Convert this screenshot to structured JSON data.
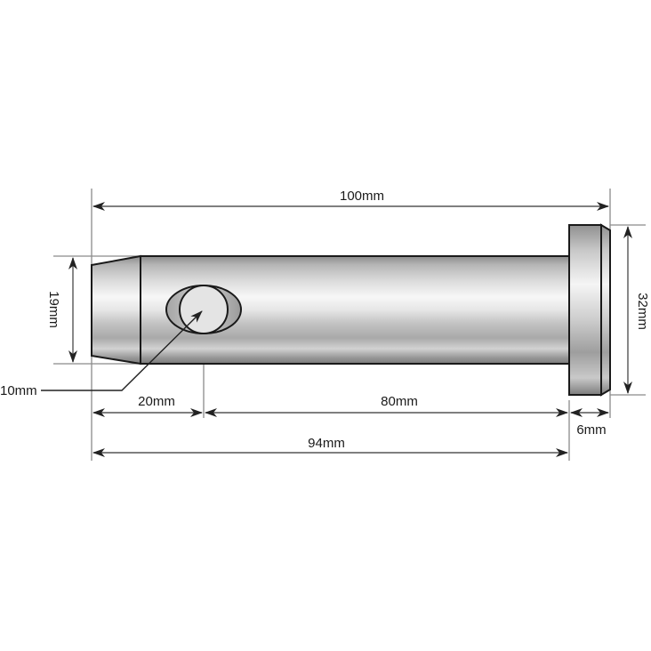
{
  "diagram": {
    "subject": "Clevis pin dimension drawing",
    "dimensions": {
      "overall_length": "100mm",
      "shank_length": "94mm",
      "hole_offset": "20mm",
      "hole_to_head": "80mm",
      "head_thickness": "6mm",
      "pin_diameter": "19mm",
      "head_diameter": "32mm",
      "hole_diameter": "10mm"
    },
    "colors": {
      "outline": "#1a1a1a",
      "dimension_line": "#555555",
      "extension_line": "#888888",
      "metal_light": "#f4f4f4",
      "metal_mid": "#b8b8b8",
      "metal_dark": "#6e6e6e"
    }
  }
}
